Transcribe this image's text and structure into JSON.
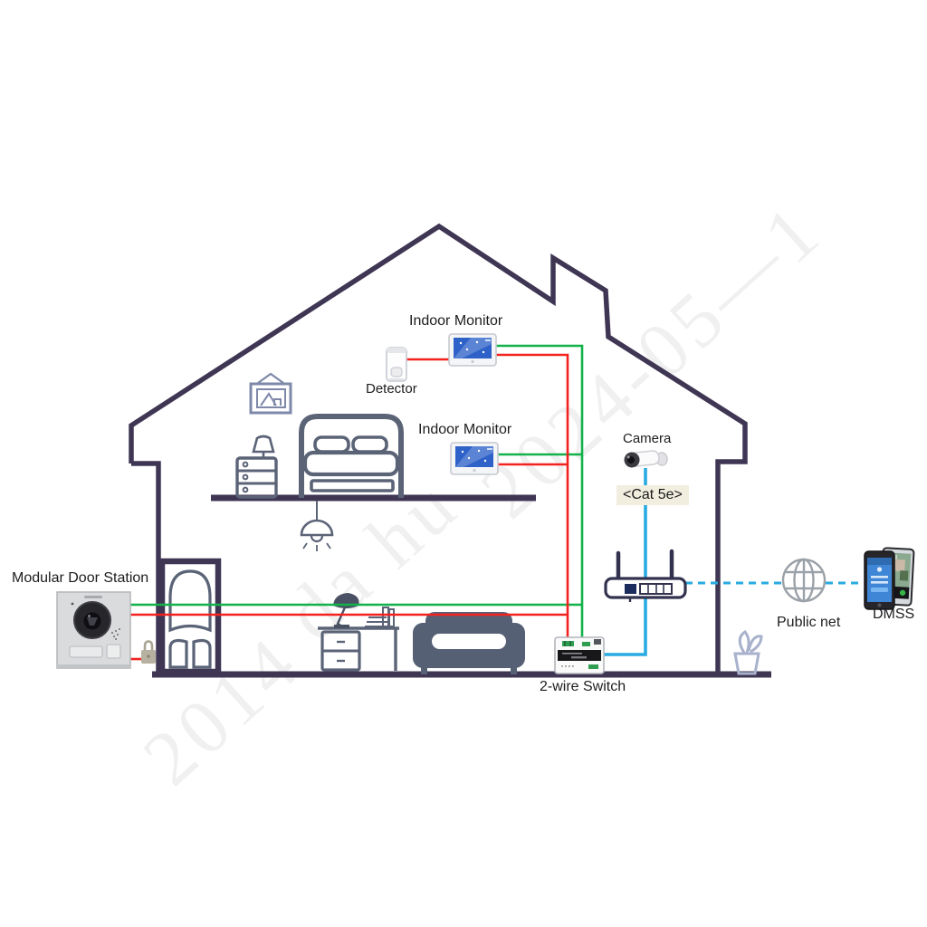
{
  "labels": {
    "indoor_monitor_top": "Indoor Monitor",
    "indoor_monitor_mid": "Indoor Monitor",
    "detector": "Detector",
    "camera": "Camera",
    "cat5e": "<Cat 5e>",
    "two_wire_switch": "2-wire Switch",
    "door_station": "Modular Door Station",
    "public_net": "Public net",
    "dmss": "DMSS"
  },
  "watermark": {
    "w1": "2024-05—1",
    "w2": "da hu",
    "w3": "2014"
  },
  "colors": {
    "house_outline": "#3f3654",
    "furniture": "#5b6377",
    "wire_red": "#f3221f",
    "wire_green": "#12b24b",
    "wire_blue": "#29abe2",
    "label_text": "#1d1d1f",
    "cat5e_bg": "#f1eee0"
  },
  "devices": [
    "pir-detector",
    "indoor-monitor",
    "indoor-monitor",
    "bullet-camera",
    "wifi-router",
    "two-wire-switch",
    "modular-door-station",
    "padlock",
    "globe-public-net",
    "dmss-smartphones"
  ]
}
